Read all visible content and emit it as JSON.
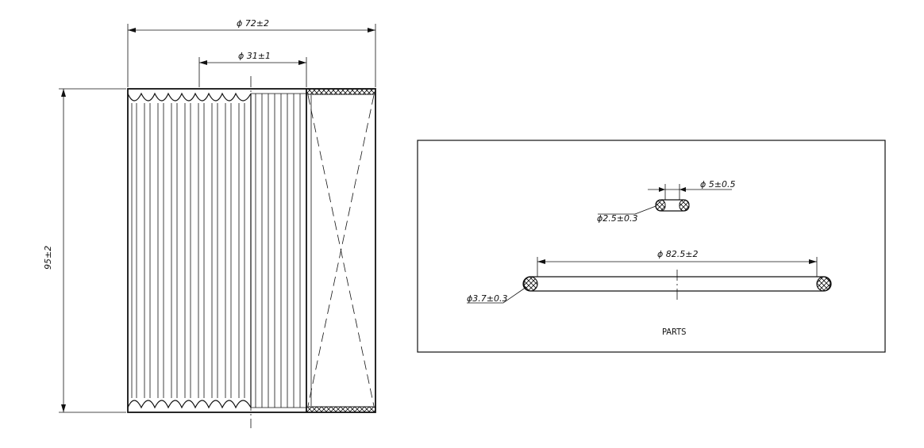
{
  "filter_element": {
    "outer_diameter": "ϕ 72±2",
    "inner_diameter": "ϕ 31±1",
    "height": "95±2"
  },
  "parts_panel": {
    "label": "PARTS",
    "small_oring": {
      "inner_diameter": "ϕ 5±0.5",
      "cross_section": "ϕ2.5±0.3"
    },
    "large_oring": {
      "inner_diameter": "ϕ 82.5±2",
      "cross_section": "ϕ3.7±0.3"
    }
  }
}
